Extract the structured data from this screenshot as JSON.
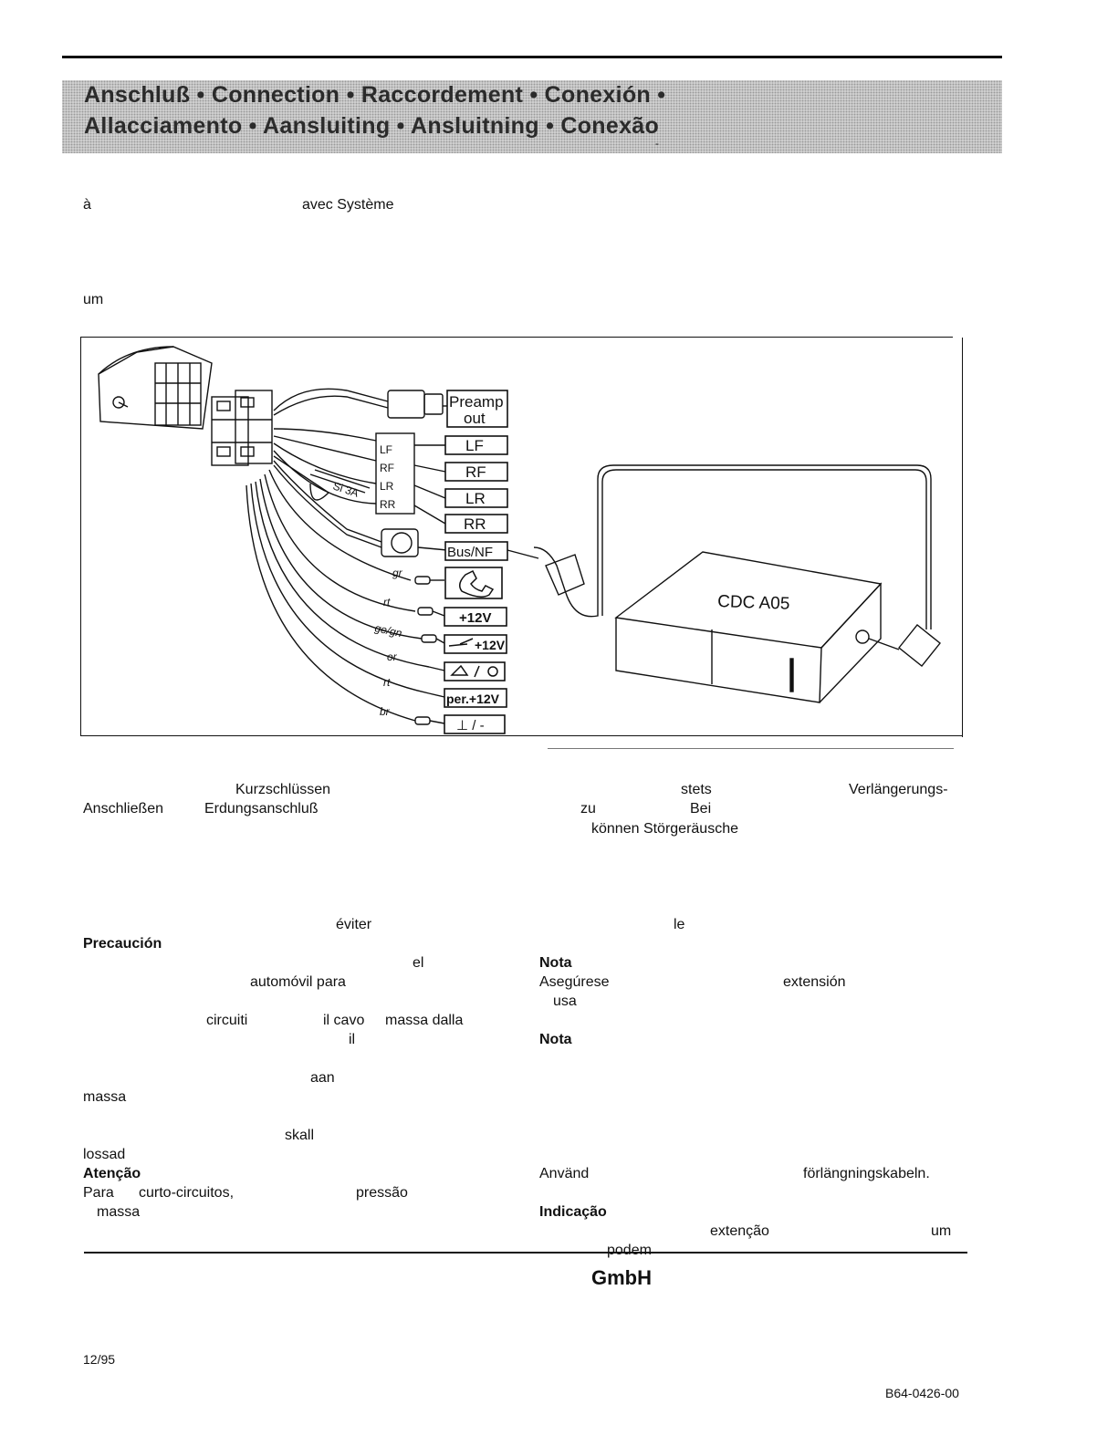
{
  "header": {
    "line1": "Anschluß • Connection • Raccordement • Conexión •",
    "line2": "Allacciamento • Aansluiting • Ansluitning • Conexão",
    "tick": "-"
  },
  "fragments": {
    "a_grave": "à",
    "avec_systeme": "avec Système",
    "um_top": "um",
    "kurzschluessen": "Kurzschlüssen",
    "stets": "stets",
    "verlaengerungs": "Verlängerungs-",
    "anschliessen": "Anschließen",
    "erdungsanschluss": "Erdungsanschluß",
    "zu": "zu",
    "bei": "Bei",
    "koennen": "können Störgeräusche",
    "eviter": "éviter",
    "le": "le",
    "precaucion": "Precaución",
    "el": "el",
    "nota1": "Nota",
    "automovil": "automóvil para",
    "asegurese": "Asegúrese",
    "extension": "extensión",
    "usa": "usa",
    "circuiti": "circuiti",
    "ilcavo": "il cavo",
    "massadalla": "massa dalla",
    "il": "il",
    "nota2": "Nota",
    "aan": "aan",
    "massa1": "massa",
    "skall": "skall",
    "lossad": "lossad",
    "atencao": "Atenção",
    "anvand": "Använd",
    "forlangningskabeln": "förlängningskabeln.",
    "para": "Para",
    "curto": "curto-circuitos,",
    "pressao": "pressão",
    "massa2": "massa",
    "indicacao": "Indicação",
    "extencao": "extenção",
    "um_bottom": "um",
    "podem": "podem"
  },
  "footer": {
    "company": "GmbH",
    "date": "12/95",
    "docnum": "B64-0426-00"
  },
  "diagram": {
    "labels": {
      "preamp": "Preamp",
      "out": "out",
      "lf": "LF",
      "rf": "RF",
      "lr": "LR",
      "rr": "RR",
      "bus": "Bus/NF",
      "p12v": "+12V",
      "ign12v": "+12V",
      "per12v": "per.+12V",
      "ground": "⊥ / -",
      "fuse": "Si 3A",
      "changer": "CDC A05"
    },
    "wire_colors": {
      "gr": "gr",
      "rt1": "rt",
      "gegn": "ge/gn",
      "or": "or",
      "rt2": "rt",
      "br": "br"
    },
    "plug_labels": [
      "LF",
      "RF",
      "LR",
      "RR"
    ]
  }
}
